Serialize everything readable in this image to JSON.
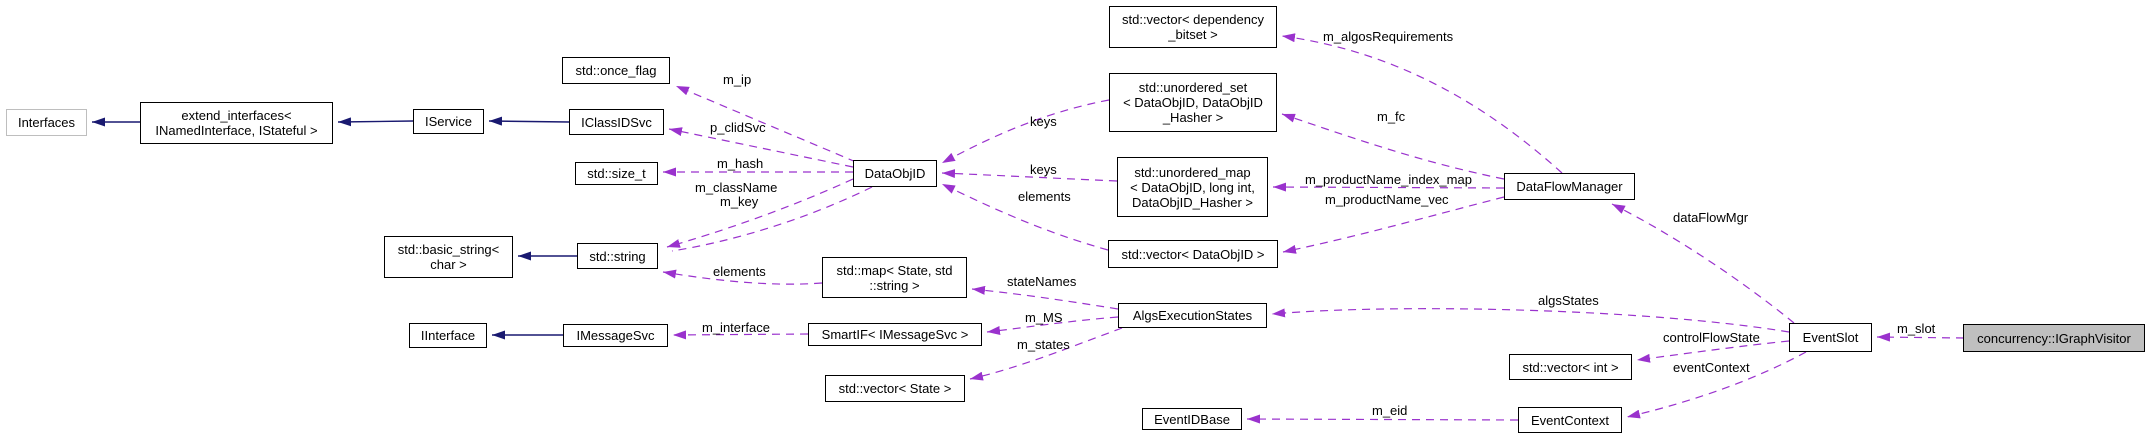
{
  "colors": {
    "usage_edge": "#9a32cd",
    "inheritance_edge": "#191970",
    "node_border": "#000000",
    "external_node_border": "#bebebe",
    "focus_node_fill": "#bfbfbf",
    "node_fill": "#ffffff",
    "label_text": "#000000",
    "background": "#ffffff"
  },
  "nodes": [
    {
      "id": "interfaces",
      "label": "Interfaces"
    },
    {
      "id": "extend-interfaces",
      "label": "extend_interfaces<\nINamedInterface, IStateful >"
    },
    {
      "id": "iservice",
      "label": "IService"
    },
    {
      "id": "once-flag",
      "label": "std::once_flag"
    },
    {
      "id": "iclassidsvc",
      "label": "IClassIDSvc"
    },
    {
      "id": "size-t",
      "label": "std::size_t"
    },
    {
      "id": "basic-string",
      "label": "std::basic_string<\nchar >"
    },
    {
      "id": "string",
      "label": "std::string"
    },
    {
      "id": "iinterface",
      "label": "IInterface"
    },
    {
      "id": "imessagesvc",
      "label": "IMessageSvc"
    },
    {
      "id": "dataobjid",
      "label": "DataObjID"
    },
    {
      "id": "map-state-string",
      "label": "std::map< State, std\n::string >"
    },
    {
      "id": "smartif-imessagesvc",
      "label": "SmartIF< IMessageSvc >"
    },
    {
      "id": "vector-state",
      "label": "std::vector< State >"
    },
    {
      "id": "vector-dependency-bitset",
      "label": "std::vector< dependency\n_bitset >"
    },
    {
      "id": "unordered-set",
      "label": "std::unordered_set\n< DataObjID, DataObjID\n_Hasher >"
    },
    {
      "id": "unordered-map",
      "label": "std::unordered_map\n< DataObjID, long int,\nDataObjID_Hasher >"
    },
    {
      "id": "vector-dataobjid",
      "label": "std::vector< DataObjID >"
    },
    {
      "id": "algsexecutionstates",
      "label": "AlgsExecutionStates"
    },
    {
      "id": "eventidbase",
      "label": "EventIDBase"
    },
    {
      "id": "dataflowmanager",
      "label": "DataFlowManager"
    },
    {
      "id": "vector-int",
      "label": "std::vector< int >"
    },
    {
      "id": "eventcontext",
      "label": "EventContext"
    },
    {
      "id": "eventslot",
      "label": "EventSlot"
    },
    {
      "id": "igraphvisitor",
      "label": "concurrency::IGraphVisitor"
    }
  ],
  "edge_labels": [
    {
      "id": "m_ip",
      "text": "m_ip"
    },
    {
      "id": "p_clidSvc",
      "text": "p_clidSvc"
    },
    {
      "id": "m_hash",
      "text": "m_hash"
    },
    {
      "id": "m_className",
      "text": "m_className"
    },
    {
      "id": "m_key",
      "text": "m_key"
    },
    {
      "id": "elements-string",
      "text": "elements"
    },
    {
      "id": "m_interface",
      "text": "m_interface"
    },
    {
      "id": "stateNames",
      "text": "stateNames"
    },
    {
      "id": "m_MS",
      "text": "m_MS"
    },
    {
      "id": "m_states",
      "text": "m_states"
    },
    {
      "id": "keys-set",
      "text": "keys"
    },
    {
      "id": "keys-map",
      "text": "keys"
    },
    {
      "id": "elements-vector",
      "text": "elements"
    },
    {
      "id": "m_algosRequirements",
      "text": "m_algosRequirements"
    },
    {
      "id": "m_fc",
      "text": "m_fc"
    },
    {
      "id": "m_productName_index_map",
      "text": "m_productName_index_map"
    },
    {
      "id": "m_productName_vec",
      "text": "m_productName_vec"
    },
    {
      "id": "dataFlowMgr",
      "text": "dataFlowMgr"
    },
    {
      "id": "algsStates",
      "text": "algsStates"
    },
    {
      "id": "controlFlowState",
      "text": "controlFlowState"
    },
    {
      "id": "eventContext",
      "text": "eventContext"
    },
    {
      "id": "m_eid",
      "text": "m_eid"
    },
    {
      "id": "m_slot",
      "text": "m_slot"
    }
  ]
}
